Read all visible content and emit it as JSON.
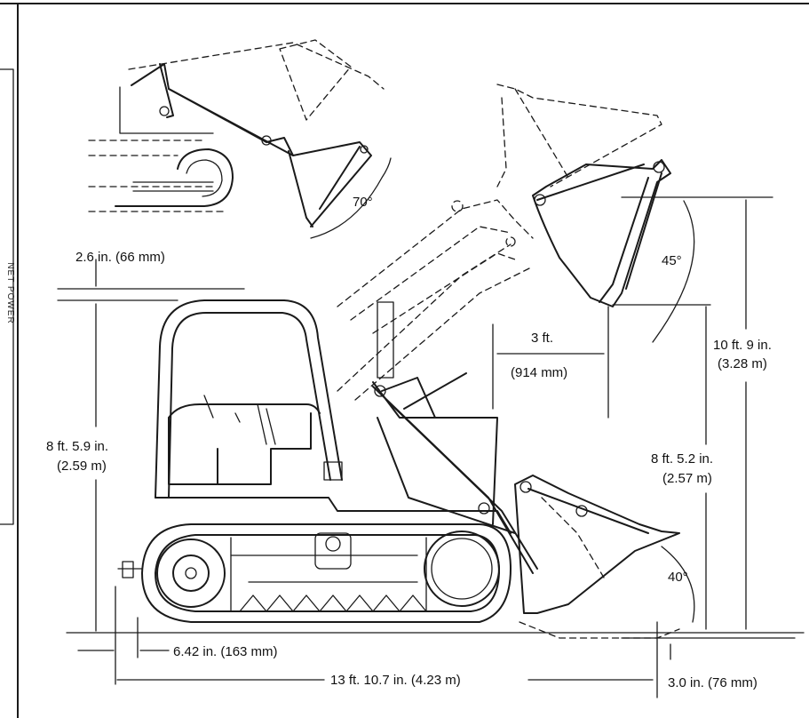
{
  "side_label": "NET POWER",
  "dimensions": {
    "pin_height_offset": "2.6 in. (66 mm)",
    "overall_height": "8 ft. 5.9 in.",
    "overall_height_metric": "(2.59 m)",
    "reach": "3 ft.",
    "reach_metric": "(914 mm)",
    "max_height": "10 ft. 9 in.",
    "max_height_metric": "(3.28 m)",
    "dump_height": "8 ft. 5.2 in.",
    "dump_height_metric": "(2.57 m)",
    "drawbar_height": "6.42 in. (163 mm)",
    "overall_length": "13 ft. 10.7 in. (4.23 m)",
    "dig_depth": "3.0 in. (76 mm)"
  },
  "angles": {
    "rollback_top": "70°",
    "dump": "45°",
    "rollback_ground": "40°"
  }
}
